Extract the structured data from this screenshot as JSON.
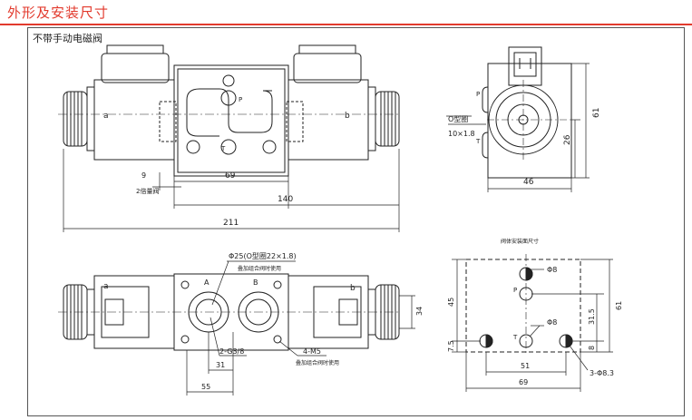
{
  "header": {
    "title": "外形及安装尺寸",
    "subtitle": "不带手动电磁阀"
  },
  "front_view": {
    "port_a": "a",
    "port_b": "b",
    "port_p": "P",
    "port_t": "T",
    "dim_9": "9",
    "note_2": "2倍量阀",
    "dim_69": "69",
    "dim_140": "140",
    "dim_211": "211"
  },
  "side_view": {
    "port_p": "P",
    "port_t": "T",
    "oring_label": "O型圈",
    "oring_size": "10×1.8",
    "dim_61": "61",
    "dim_26": "26",
    "dim_46": "46"
  },
  "top_view": {
    "port_a": "a",
    "port_b": "b",
    "label_A": "A",
    "label_B": "B",
    "phi25_note": "Φ25(O型圈22×1.8)",
    "phi25_sub": "叠加组合阀时使用",
    "g38": "2-G3/8",
    "m5": "4-M5",
    "m5_sub": "叠加组合阀时使用",
    "dim_31": "31",
    "dim_55": "55",
    "dim_34": "34"
  },
  "mount_view": {
    "title": "阀体安装面尺寸",
    "phi8_top": "Φ8",
    "phi8_bottom": "Φ8",
    "label_p": "P",
    "label_t": "T",
    "dim_45": "45",
    "dim_75": "7.5",
    "dim_315": "31.5",
    "dim_61": "61",
    "dim_8": "8",
    "dim_51": "51",
    "dim_69": "69",
    "hole_note": "3-Φ8.3"
  }
}
